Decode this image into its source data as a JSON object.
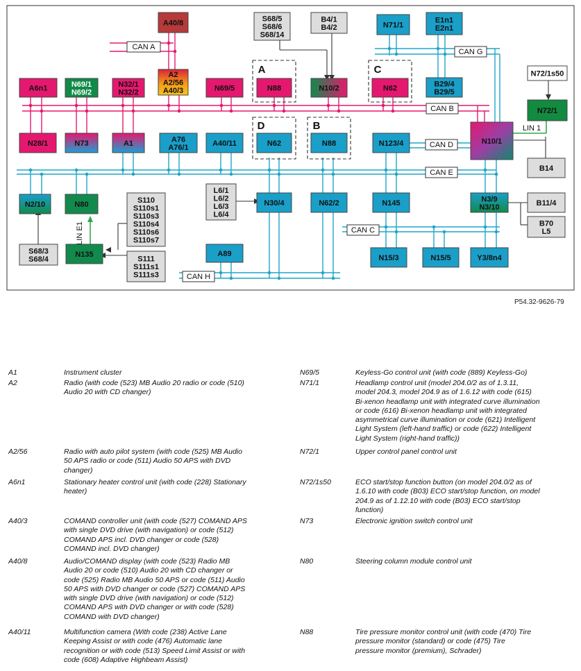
{
  "diagram": {
    "reference": "P54.32-9626-79",
    "buses": [
      "CAN A",
      "CAN B",
      "CAN C",
      "CAN D",
      "CAN E",
      "CAN G",
      "CAN H",
      "LIN 1",
      "LIN E1"
    ],
    "sections": [
      "A",
      "B",
      "C",
      "D"
    ],
    "nodes": {
      "A40_8": "A40/8",
      "A2": "A2\nA2/56\nA40/3",
      "A6n1": "A6n1",
      "N69_1": "N69/1\nN69/2",
      "N32_1": "N32/1\nN32/2",
      "N69_5": "N69/5",
      "N88_top": "N88",
      "N10_2": "N10/2",
      "N62_top": "N62",
      "N71_1": "N71/1",
      "E1n1": "E1n1\nE2n1",
      "B29_4": "B29/4\nB29/5",
      "N72_1s50": "N72/1s50",
      "N72_1": "N72/1",
      "S68_5": "S68/5\nS68/6\nS68/14",
      "B4_1": "B4/1\nB4/2",
      "N28_1": "N28/1",
      "N73": "N73",
      "A1": "A1",
      "A76": "A76\nA76/1",
      "A40_11": "A40/11",
      "N62_d": "N62",
      "N88_b": "N88",
      "N123_4": "N123/4",
      "N10_1": "N10/1",
      "B14": "B14",
      "N2_10": "N2/10",
      "N80": "N80",
      "S110": "S110\nS110s1\nS110s3\nS110s4\nS110s6\nS110s7",
      "L6": "L6/1\nL6/2\nL6/3\nL6/4",
      "N30_4": "N30/4",
      "N62_2": "N62/2",
      "N145": "N145",
      "N3_9": "N3/9\nN3/10",
      "B11_4": "B11/4",
      "B70": "B70\nL5",
      "S68_3": "S68/3\nS68/4",
      "N135": "N135",
      "S111": "S111\nS111s1\nS111s3",
      "A89": "A89",
      "N15_3": "N15/3",
      "N15_5": "N15/5",
      "Y3_8n4": "Y3/8n4"
    }
  },
  "legend_left": [
    {
      "code": "A1",
      "desc": "Instrument cluster"
    },
    {
      "code": "A2",
      "desc": "Radio (with code (523) MB Audio 20 radio or code (510)\nAudio 20 with CD changer)"
    },
    {
      "code": "A2/56",
      "desc": "Radio with auto pilot system (with code (525) MB Audio\n50 APS radio or code (511) Audio 50 APS with DVD\nchanger)"
    },
    {
      "code": "A6n1",
      "desc": "Stationary heater control unit (with code (228) Stationary\nheater)"
    },
    {
      "code": "A40/3",
      "desc": "COMAND controller unit (with code (527) COMAND APS\nwith single DVD drive (with navigation) or code (512)\nCOMAND APS incl. DVD changer or code (528)\nCOMAND incl. DVD changer)"
    },
    {
      "code": "A40/8",
      "desc": "Audio/COMAND display (with code (523) Radio MB\nAudio 20 or code (510) Audio 20 with CD changer or\ncode (525) Radio MB Audio 50 APS or code (511) Audio\n50 APS with DVD changer or code (527) COMAND APS\nwith single DVD drive (with navigation) or code (512)\nCOMAND APS with DVD changer or with code (528)\nCOMAND with DVD changer)"
    },
    {
      "code": "A40/11",
      "desc": "Multifunction camera (With code (238) Active Lane\nKeeping Assist or with code (476) Automatic lane\nrecognition or with code (513) Speed Limit Assist or with\ncode (608) Adaptive Highbeam Assist)"
    }
  ],
  "legend_right": [
    {
      "code": "N69/5",
      "desc": "Keyless-Go control unit (with code (889) Keyless-Go)"
    },
    {
      "code": "N71/1",
      "desc": "Headlamp control unit (model 204.0/2 as of 1.3.11,\nmodel 204.3, model 204.9 as of 1.6.12 with code (615)\nBi-xenon headlamp unit with integrated curve illumination\nor code (616) Bi-xenon headlamp unit with integrated\nasymmetrical curve illumination or code (621) Intelligent\nLight System (left-hand traffic) or code (622) Intelligent\nLight System (right-hand traffic))"
    },
    {
      "code": "N72/1",
      "desc": "Upper control panel control unit"
    },
    {
      "code": "N72/1s50",
      "desc": "ECO start/stop function button (on model 204.0/2 as of\n1.6.10 with code (B03) ECO start/stop function, on model\n204.9 as of 1.12.10 with code (B03) ECO start/stop\nfunction)"
    },
    {
      "code": "N73",
      "desc": "Electronic ignition switch control unit"
    },
    {
      "code": "N80",
      "desc": "Steering column module control unit"
    },
    {
      "code": "N88",
      "desc": "Tire pressure monitor control unit (with code (470) Tire\npressure monitor (standard) or code (475) Tire\npressure monitor (premium), Schrader)"
    }
  ]
}
